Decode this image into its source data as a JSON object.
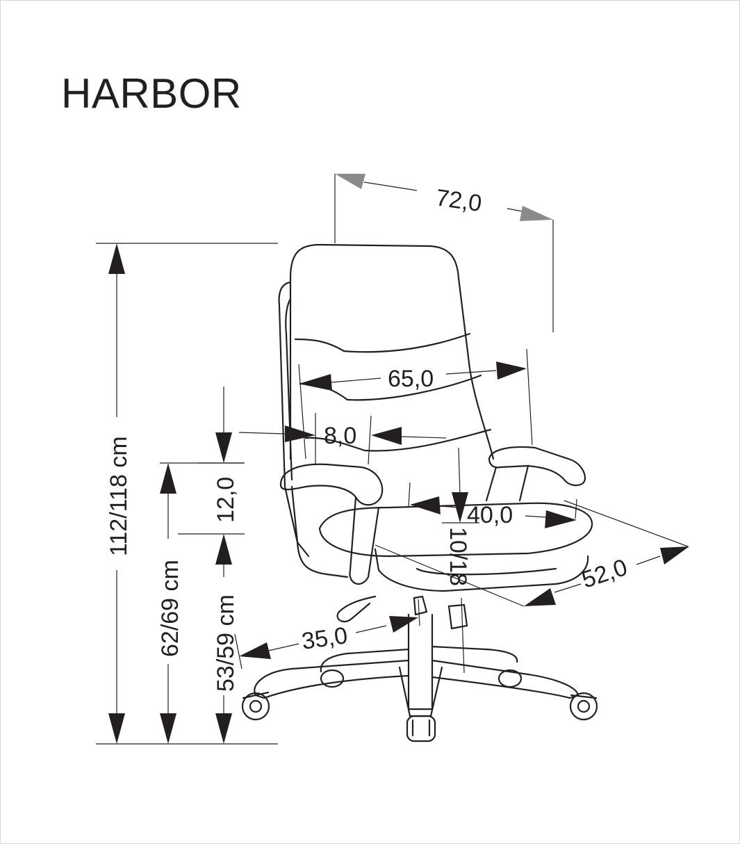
{
  "product": {
    "name": "HARBOR"
  },
  "dimensions": {
    "total_height": "112/118 cm",
    "armrest_height": "62/69 cm",
    "seat_height": "53/59 cm",
    "armrest_above_seat": "12,0",
    "overall_width": "72,0",
    "backrest_width": "65,0",
    "armrest_gap": "8,0",
    "seat_width": "40,0",
    "seat_depth": "52,0",
    "seat_thickness": "10/18",
    "base_radius": "35,0"
  },
  "colors": {
    "line": "#231f20",
    "arrow_grey": "#8a8a8a"
  }
}
